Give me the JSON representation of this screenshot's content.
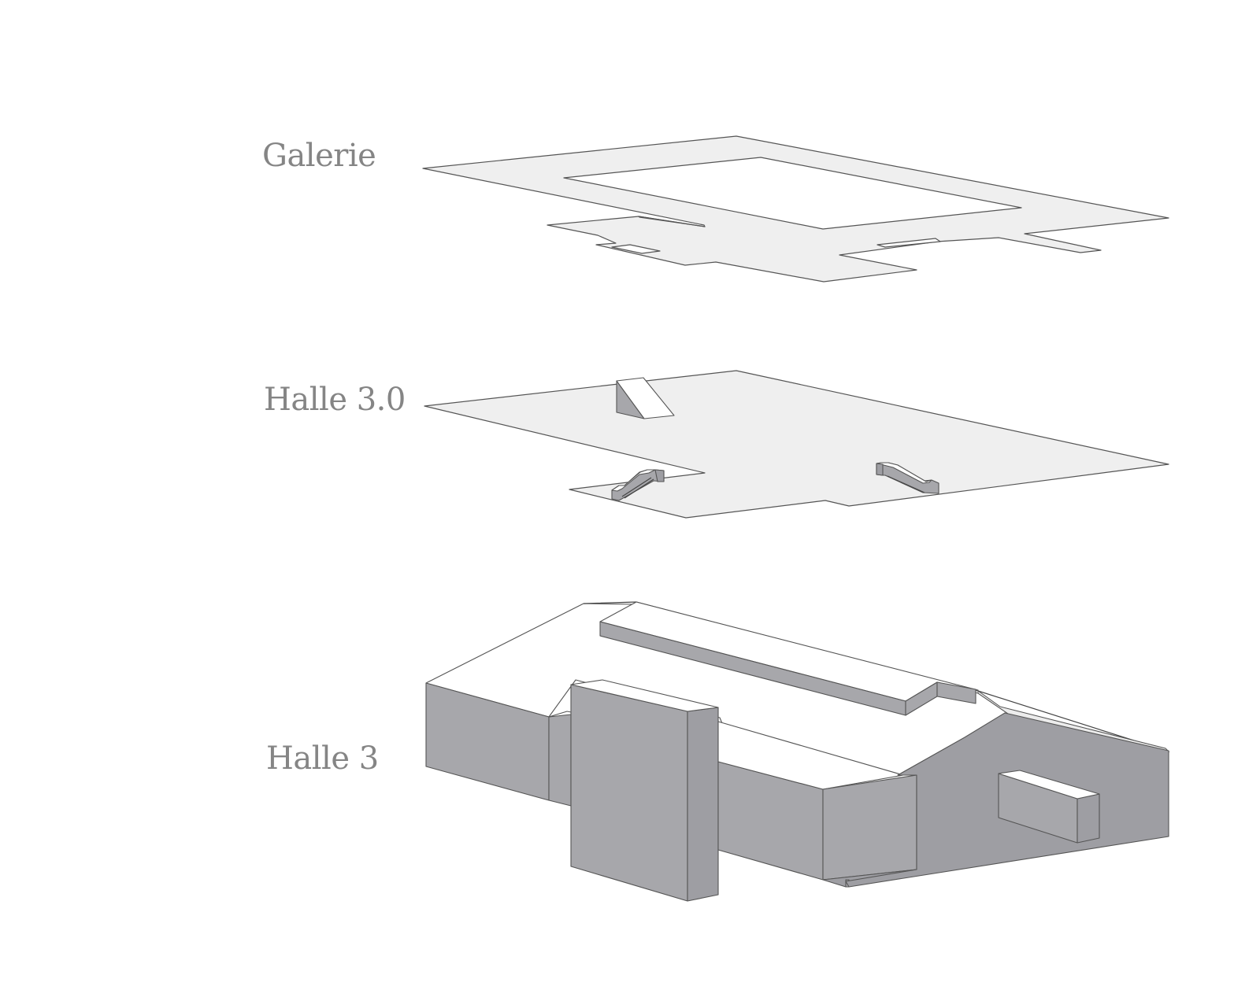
{
  "diagram": {
    "type": "exploded isometric building diagram",
    "layers": [
      {
        "id": "galerie",
        "label": "Galerie",
        "description": "Upper gallery floor plate with large central void (atrium opening) and two small floor openings"
      },
      {
        "id": "halle30",
        "label": "Halle 3.0",
        "description": "Main hall floor plate with a ramp/stair block and two escalators"
      },
      {
        "id": "halle3",
        "label": "Halle 3",
        "description": "Building volume massing (existing hall) in grey solids"
      }
    ],
    "colors": {
      "label_text": "#858585",
      "floor_fill": "#efefef",
      "solid_fill": "#a7a7ab",
      "outline": "#555555",
      "background": "#ffffff"
    }
  }
}
